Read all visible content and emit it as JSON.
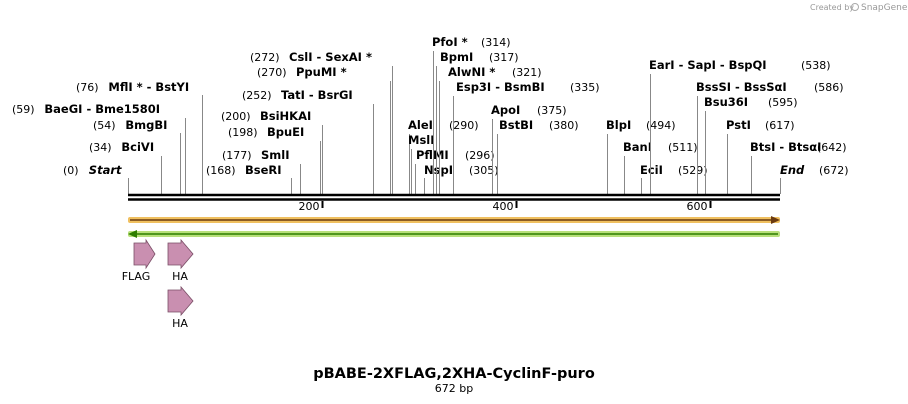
{
  "watermark": {
    "text": "Created by",
    "brand": "SnapGene"
  },
  "plasmid": {
    "name": "pBABE-2XFLAG,2XHA-CyclinF-puro",
    "length_label": "672 bp",
    "length": 672
  },
  "ruler": {
    "ticks": [
      "200",
      "400",
      "600"
    ]
  },
  "sites": [
    {
      "pos_label": "(0)",
      "name": "Start",
      "italic": true,
      "site": 0
    },
    {
      "pos_label": "(34)",
      "name": "BciVI",
      "site": 34
    },
    {
      "pos_label": "(54)",
      "name": "BmgBI",
      "site": 54
    },
    {
      "pos_label": "(59)",
      "name": "BaeGI  - Bme1580I",
      "site": 59
    },
    {
      "pos_label": "(76)",
      "name": "MflI * - BstYI",
      "site": 76
    },
    {
      "pos_label": "(168)",
      "name": "BseRI",
      "site": 168
    },
    {
      "pos_label": "(177)",
      "name": "SmlI",
      "site": 177
    },
    {
      "pos_label": "(198)",
      "name": "BpuEI",
      "site": 198
    },
    {
      "pos_label": "(200)",
      "name": "BsiHKAI",
      "site": 200
    },
    {
      "pos_label": "(252)",
      "name": "TatI  - BsrGI",
      "site": 252
    },
    {
      "pos_label": "(270)",
      "name": "PpuMI *",
      "site": 270
    },
    {
      "pos_label": "(272)",
      "name": "CslI  - SexAI *",
      "site": 272
    },
    {
      "pos_label": "(290)",
      "name": "AleI",
      "site": 290
    },
    {
      "pos_label": "",
      "name": "MslI",
      "site": 292
    },
    {
      "pos_label": "(296)",
      "name": "PflMI",
      "site": 296
    },
    {
      "pos_label": "(305)",
      "name": "NspI",
      "site": 305
    },
    {
      "pos_label": "(314)",
      "name": "PfoI *",
      "site": 314
    },
    {
      "pos_label": "(317)",
      "name": "BpmI",
      "site": 317
    },
    {
      "pos_label": "(321)",
      "name": "AlwNI *",
      "site": 321
    },
    {
      "pos_label": "(335)",
      "name": "Esp3I  - BsmBI",
      "site": 335
    },
    {
      "pos_label": "(375)",
      "name": "ApoI",
      "site": 375
    },
    {
      "pos_label": "(380)",
      "name": "BstBI",
      "site": 380
    },
    {
      "pos_label": "(494)",
      "name": "BlpI",
      "site": 494
    },
    {
      "pos_label": "(511)",
      "name": "BanI",
      "site": 511
    },
    {
      "pos_label": "(529)",
      "name": "EciI",
      "site": 529
    },
    {
      "pos_label": "(538)",
      "name": "EarI  - SapI  - BspQI",
      "site": 538
    },
    {
      "pos_label": "(586)",
      "name": "BssSI  - BssSαI",
      "site": 586
    },
    {
      "pos_label": "(595)",
      "name": "Bsu36I",
      "site": 595
    },
    {
      "pos_label": "(617)",
      "name": "PstI",
      "site": 617
    },
    {
      "pos_label": "(642)",
      "name": "BtsI  - BtsαI",
      "site": 642
    },
    {
      "pos_label": "(672)",
      "name": "End",
      "italic": true,
      "site": 672
    }
  ],
  "features": [
    {
      "label": "FLAG"
    },
    {
      "label": "HA"
    },
    {
      "label": "HA"
    }
  ],
  "colors": {
    "backbone": "#000000",
    "orf_forward_outer": "#f0c060",
    "orf_forward_inner": "#6b3a10",
    "orf_reverse_outer": "#b8e07a",
    "orf_reverse_inner": "#2e7d00",
    "feature_fill": "#c98fb0",
    "feature_stroke": "#7a4e66"
  }
}
